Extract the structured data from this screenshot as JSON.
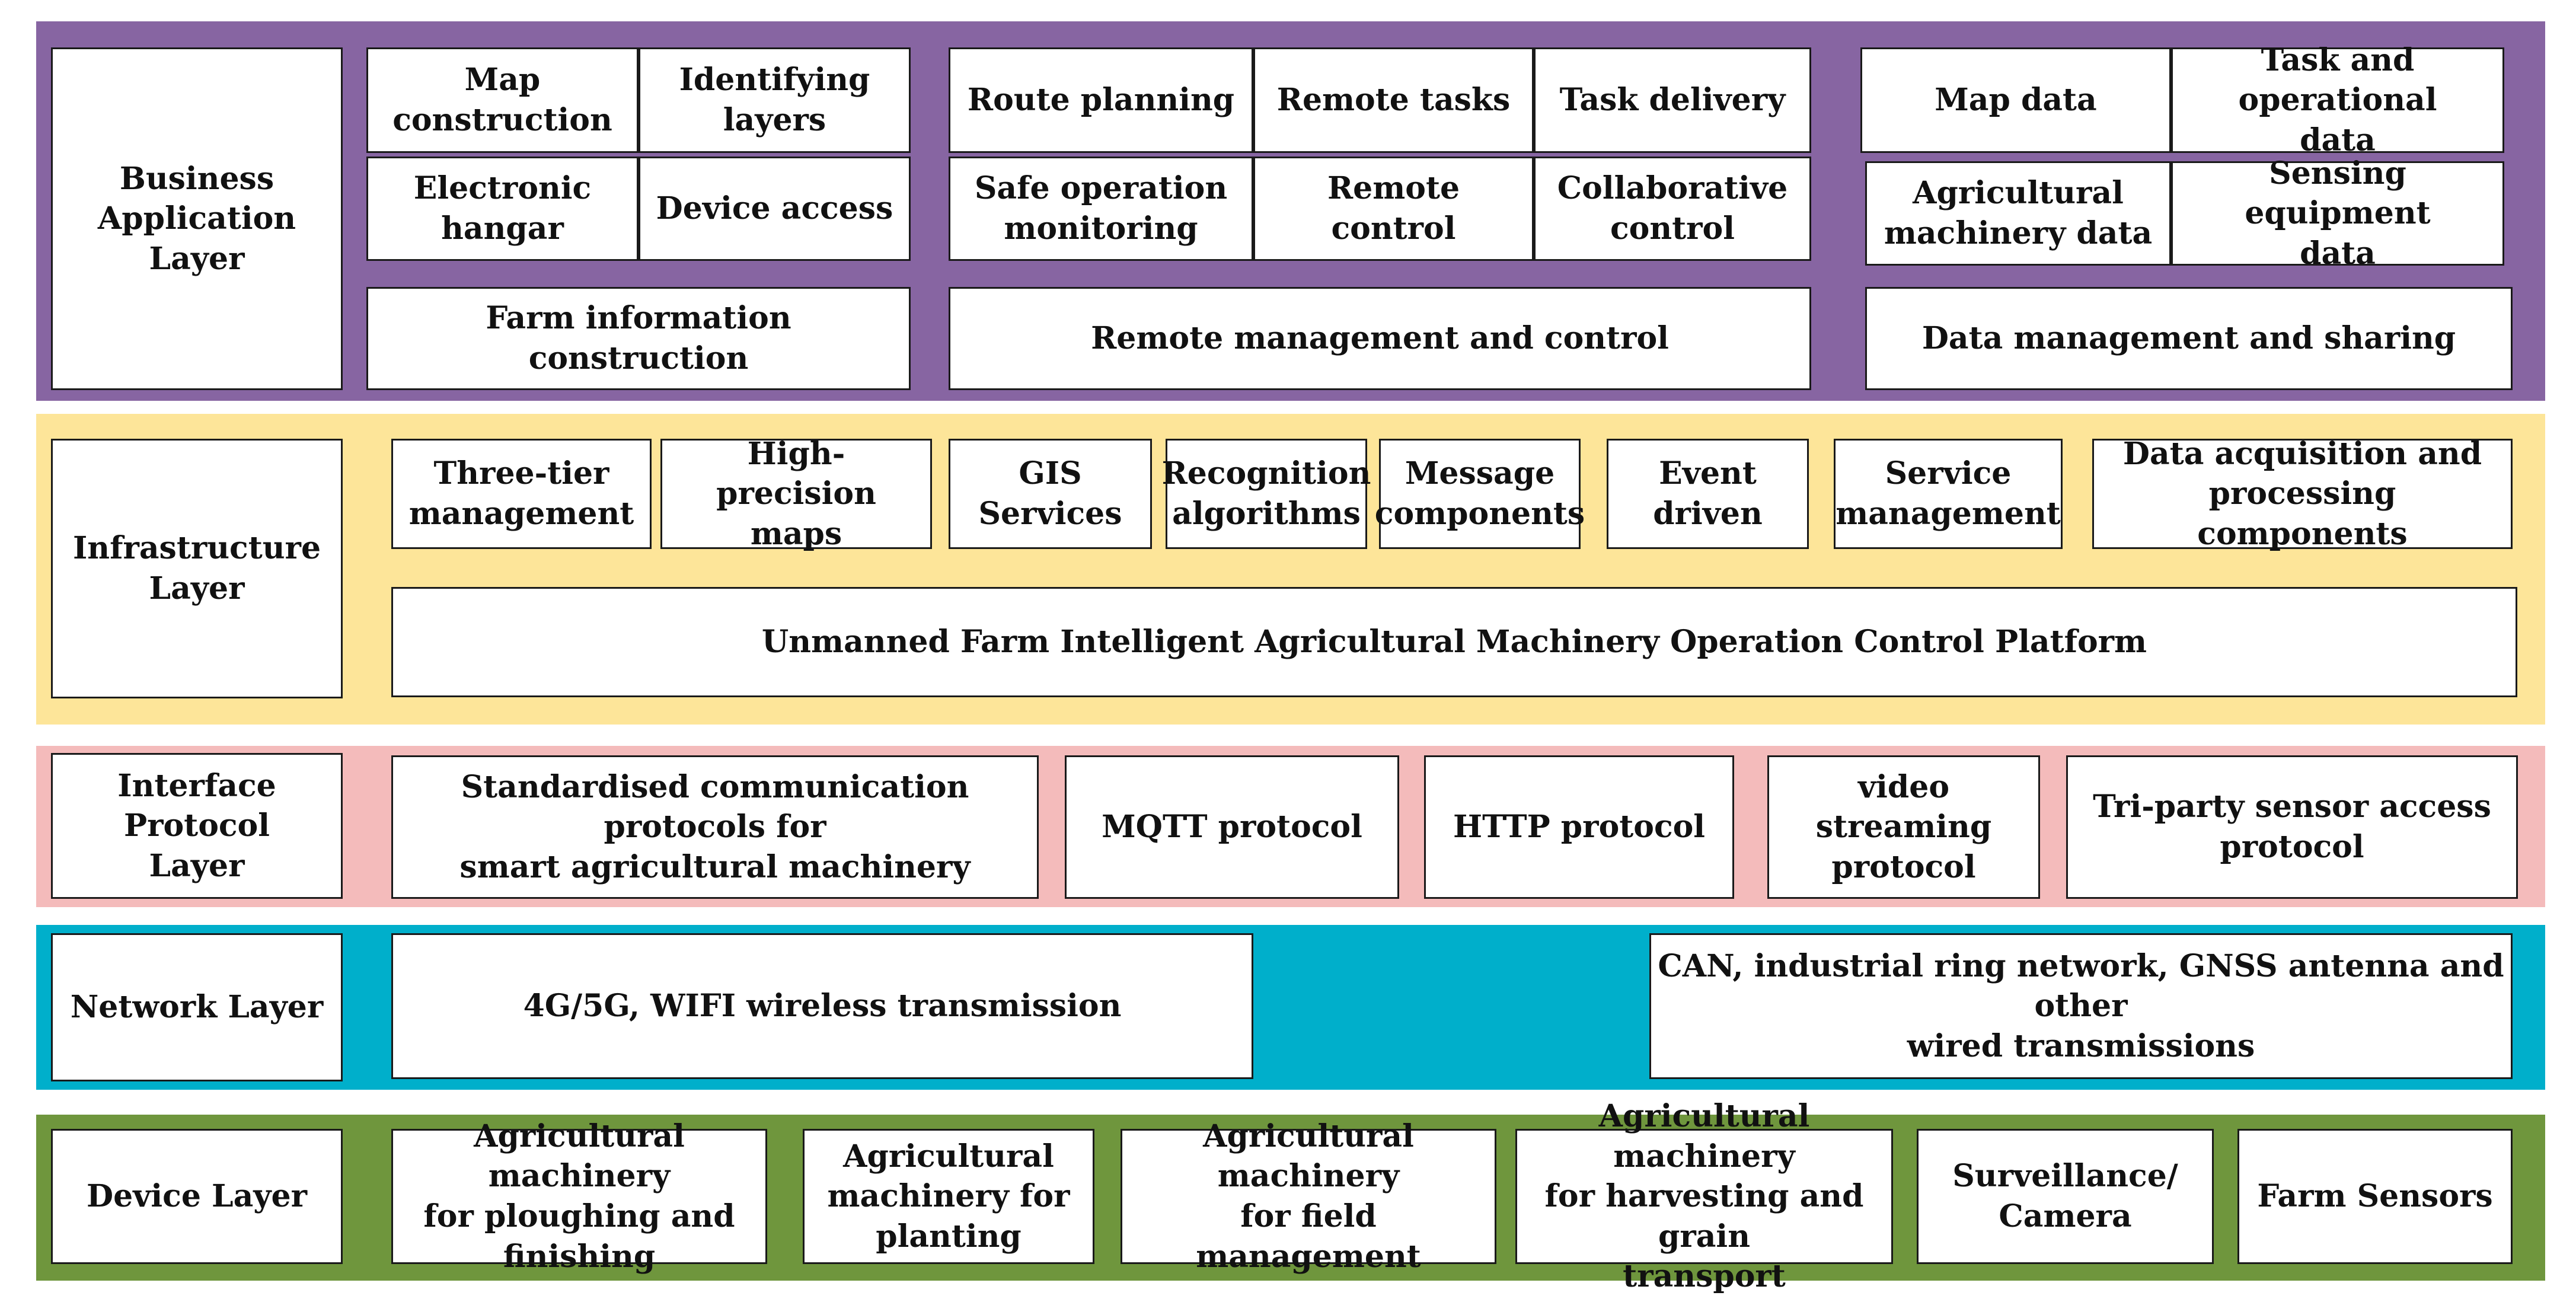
{
  "colors": {
    "business": "#8765a2",
    "infrastructure": "#fde599",
    "interface": "#f4bbbb",
    "network": "#00afcb",
    "device": "#6f963d"
  },
  "business": {
    "title": "Business\nApplication Layer",
    "farm": {
      "map_construction": "Map\nconstruction",
      "identifying_layers": "Identifying\nlayers",
      "electronic_hangar": "Electronic hangar",
      "device_access": "Device access",
      "group": "Farm information construction"
    },
    "remote": {
      "route_planning": "Route planning",
      "remote_tasks": "Remote tasks",
      "task_delivery": "Task delivery",
      "safe_operation": "Safe operation\nmonitoring",
      "remote_control": "Remote control",
      "collaborative_control": "Collaborative\ncontrol",
      "group": "Remote management and control"
    },
    "data": {
      "map_data": "Map data",
      "task_data": "Task and operational\ndata",
      "machinery_data": "Agricultural\nmachinery data",
      "sensing_data": "Sensing equipment\ndata",
      "group": "Data management and sharing"
    }
  },
  "infrastructure": {
    "title": "Infrastructure\nLayer",
    "items": [
      "Three-tier\nmanagement",
      "High-precision\nmaps",
      "GIS\nServices",
      "Recognition\nalgorithms",
      "Message\ncomponents",
      "Event\ndriven",
      "Service\nmanagement",
      "Data acquisition and\nprocessing components"
    ],
    "platform": "Unmanned Farm Intelligent Agricultural Machinery Operation Control Platform"
  },
  "interface": {
    "title": "Interface Protocol\nLayer",
    "items": [
      "Standardised communication protocols for\nsmart agricultural machinery",
      "MQTT protocol",
      "HTTP protocol",
      "video streaming\nprotocol",
      "Tri-party sensor access\nprotocol"
    ]
  },
  "network": {
    "title": "Network Layer",
    "wireless": "4G/5G, WIFI wireless transmission",
    "wired": "CAN, industrial ring network, GNSS antenna and other\nwired transmissions"
  },
  "device": {
    "title": "Device Layer",
    "items": [
      "Agricultural machinery\nfor ploughing and\nfinishing",
      "Agricultural\nmachinery for\nplanting",
      "Agricultural machinery\nfor field management",
      "Agricultural machinery\nfor harvesting and grain\ntransport",
      "Surveillance/\nCamera",
      "Farm Sensors"
    ]
  }
}
